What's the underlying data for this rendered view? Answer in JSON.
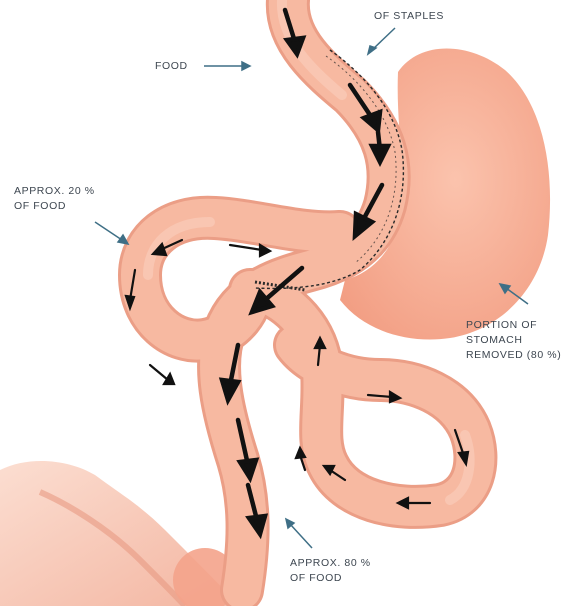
{
  "labels": {
    "staples": "OF STAPLES",
    "food": "FOOD",
    "approx20_line1": "APPROX. 20 %",
    "approx20_line2": "OF FOOD",
    "removed_line1": "PORTION OF",
    "removed_line2": "STOMACH",
    "removed_line3": "REMOVED (80 %)",
    "approx80_line1": "APPROX. 80 %",
    "approx80_line2": "OF FOOD"
  },
  "colors": {
    "tissue": "#f6b39b",
    "tissue_dark": "#e9937a",
    "tissue_light": "#fbd3c2",
    "arrow": "#111111",
    "pointer": "#3f6f86",
    "text": "#3d4650"
  }
}
